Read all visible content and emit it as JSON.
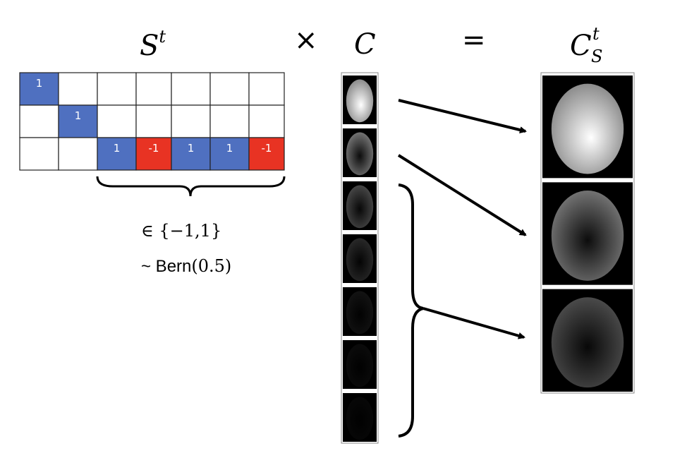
{
  "titles": {
    "s_base": "S",
    "s_sup": "t",
    "times": "×",
    "c": "C",
    "equals": "=",
    "cs_base": "C",
    "cs_sup": "t",
    "cs_sub": "S"
  },
  "matrix": {
    "rows": [
      [
        "1",
        "",
        "",
        "",
        "",
        "",
        ""
      ],
      [
        "",
        "1",
        "",
        "",
        "",
        "",
        ""
      ],
      [
        "",
        "",
        "1",
        "-1",
        "1",
        "1",
        "-1"
      ]
    ],
    "colors": {
      "positive": "#4f70c0",
      "negative": "#e83323",
      "empty": "#ffffff"
    }
  },
  "annotation": {
    "set_text": "∈ {−1,1}",
    "dist_prefix": "~ Bern",
    "dist_param": "(0.5)"
  },
  "c_column": {
    "components": 7,
    "brightness": [
      1.0,
      0.62,
      0.38,
      0.22,
      0.1,
      0.06,
      0.04
    ]
  },
  "cs_column": {
    "components": 3,
    "brightness": [
      1.0,
      0.62,
      0.4
    ]
  }
}
